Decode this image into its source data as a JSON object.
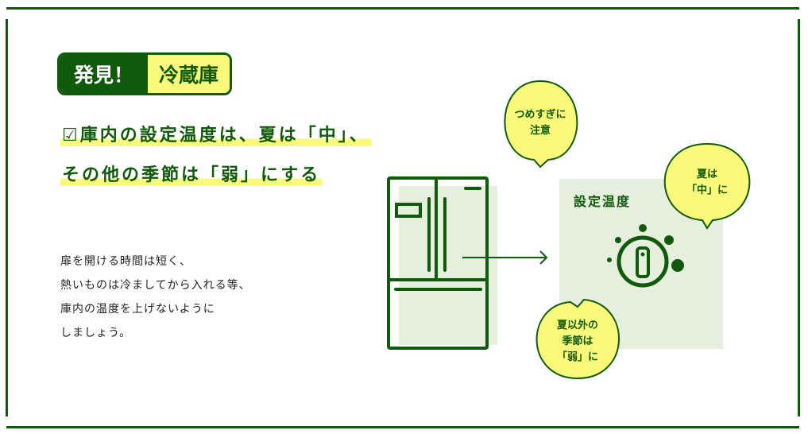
{
  "badge": {
    "discover": "発見！",
    "topic": "冷蔵庫"
  },
  "headline": {
    "line1": "☑庫内の設定温度は、夏は「中」、",
    "line2": "その他の季節は「弱」にする"
  },
  "body": [
    "扉を開ける時間は短く、",
    "熱いものは冷ましてから入れる等、",
    "庫内の温度を上げないように",
    "しましょう。"
  ],
  "diagram": {
    "setting_label": "設定温度",
    "bubble_top": [
      "つめすぎに",
      "注意"
    ],
    "bubble_summer": [
      "夏は",
      "「中」に"
    ],
    "bubble_other": [
      "夏以外の",
      "季節は",
      "「弱」に"
    ]
  },
  "colors": {
    "green": "#105a0c",
    "yellow": "#fbf97a",
    "panel": "#e6eedd"
  }
}
